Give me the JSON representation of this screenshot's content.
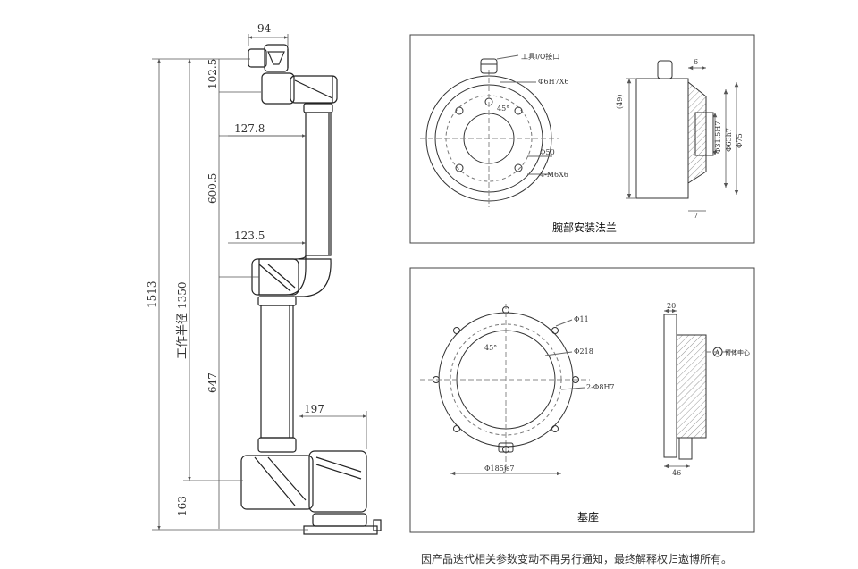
{
  "arm": {
    "dims": {
      "top_width": "94",
      "shoulder_height": "102.5",
      "upper_offset": "127.8",
      "upper_arm": "600.5",
      "elbow_offset": "123.5",
      "lower_arm": "647",
      "base_offset": "197",
      "base_height": "163",
      "reach": "1350",
      "total_height": "1513"
    },
    "reach_label": "工作半径"
  },
  "flange_panel": {
    "title": "腕部安装法兰",
    "labels": {
      "io_port": "工具I/O接口",
      "hole_spec": "Φ6H7X6",
      "angle": "45°",
      "pcd": "Φ50",
      "bolts": "4-M6X6",
      "height": "(49)",
      "top_width": "6",
      "bore1": "Φ31.5H7",
      "bore2": "Φ63h7",
      "outer": "Φ75",
      "bottom": "7"
    }
  },
  "base_panel": {
    "title": "基座",
    "labels": {
      "hole": "Φ11",
      "angle": "45°",
      "pcd": "Φ218",
      "pins": "2-Φ8H7",
      "diameter": "Φ185js7",
      "top_width": "20",
      "center": "臂体中心",
      "center_mark": "A",
      "bottom_width": "46"
    }
  },
  "footer": "因产品迭代相关参数变动不再另行通知，最终解释权归遨博所有。"
}
